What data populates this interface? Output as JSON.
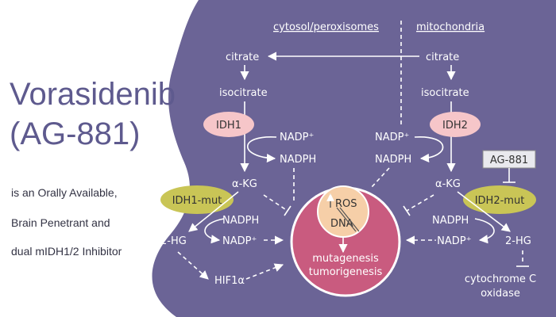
{
  "title_line1": "Vorasidenib",
  "title_line2": "(AG-881)",
  "subtitle": [
    "is an Orally Available,",
    "Brain Penetrant and",
    "dual mIDH1/2 Inhibitor"
  ],
  "headers": {
    "left": "cytosol/peroxisomes",
    "right": "mitochondria"
  },
  "left": {
    "citrate": "citrate",
    "isocitrate": "isocitrate",
    "enzyme": "IDH1",
    "nadp_plus": "NADP⁺",
    "nadph": "NADPH",
    "akg": "α-KG",
    "mutant": "IDH1-mut",
    "mut_nadph": "NADPH",
    "two_hg": "2-HG",
    "mut_nadp_plus": "NADP⁺",
    "hif": "HIF1α"
  },
  "right": {
    "citrate": "citrate",
    "isocitrate": "isocitrate",
    "enzyme": "IDH2",
    "nadp_plus": "NADP⁺",
    "nadph": "NADPH",
    "akg": "α-KG",
    "mutant": "IDH2-mut",
    "mut_nadph": "NADPH",
    "two_hg": "2-HG",
    "mut_nadp_plus": "·NADP⁺",
    "cyto_line1": "cytochrome C",
    "cyto_line2": "oxidase"
  },
  "inhibitor": "AG-881",
  "center": {
    "ros": "ROS",
    "dna": "DNA",
    "outcome1": "mutagenesis",
    "outcome2": "tumorigenesis"
  },
  "colors": {
    "panel": "#6b6496",
    "circle": "#c95b7f",
    "inner": "#f6cfa8",
    "enzyme": "#f6c6c9",
    "mutant": "#c9c556",
    "title": "#5e5a8e"
  }
}
